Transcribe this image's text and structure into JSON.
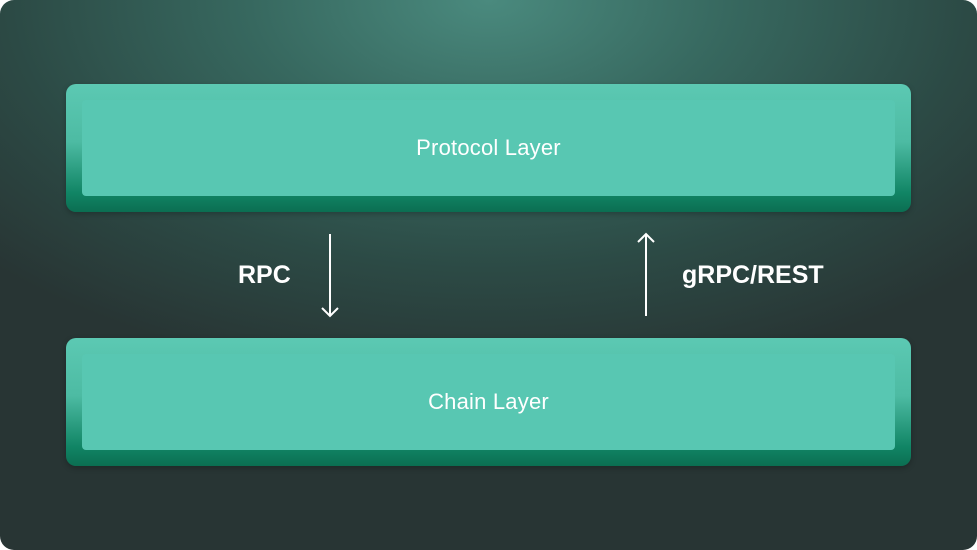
{
  "diagram": {
    "layers": [
      {
        "label": "Protocol Layer"
      },
      {
        "label": "Chain Layer"
      }
    ],
    "connections": [
      {
        "label": "RPC",
        "direction": "down"
      },
      {
        "label": "gRPC/REST",
        "direction": "up"
      }
    ],
    "colors": {
      "layer_fill": "#58c7b2",
      "layer_edge": "#0b6e52",
      "background": "#2c4a45",
      "text": "#ffffff"
    }
  }
}
